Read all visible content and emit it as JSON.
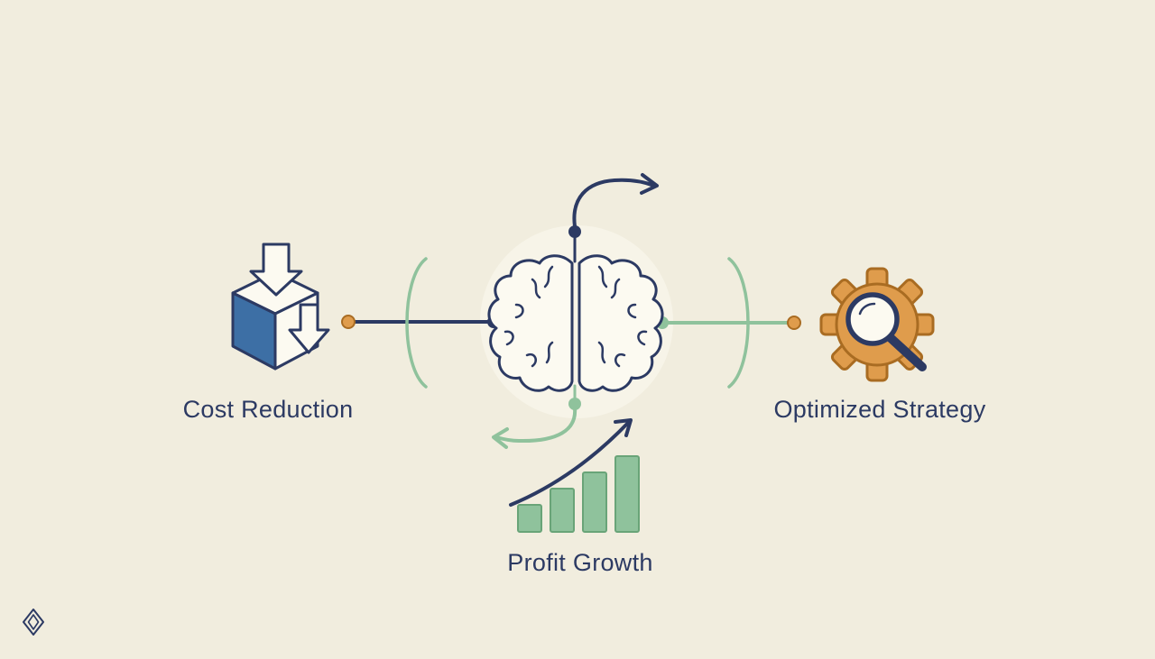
{
  "colors": {
    "bg": "#f1edde",
    "halo": "#f7f4e8",
    "paper": "#fcfaf1",
    "navy": "#2c3a63",
    "green": "#8fc29c",
    "green-dark": "#69a478",
    "blue": "#3d6fa5",
    "orange": "#df9c4c",
    "orange-dark": "#a96c22"
  },
  "nodes": {
    "cost_reduction": {
      "label": "Cost Reduction",
      "icon": "box-down-arrows-icon"
    },
    "brain": {
      "icon": "brain-icon"
    },
    "optimized_strategy": {
      "label": "Optimized Strategy",
      "icon": "gear-magnifier-icon"
    },
    "profit_growth": {
      "label": "Profit Growth",
      "icon": "bar-chart-up-icon"
    }
  },
  "logo": {
    "icon": "diamond-logo-icon"
  }
}
